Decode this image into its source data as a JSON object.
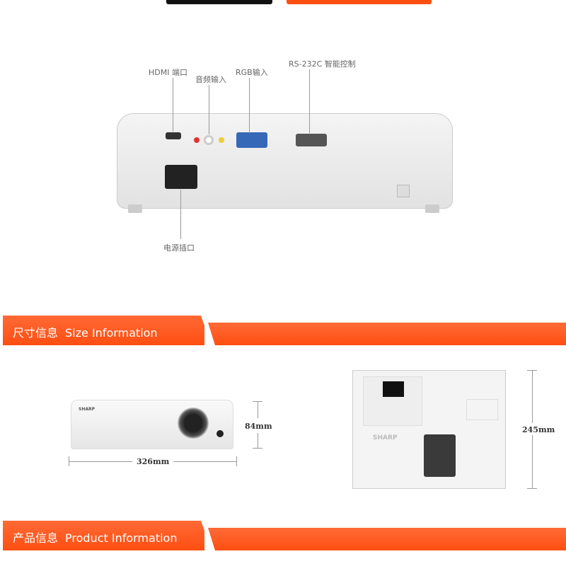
{
  "ports": {
    "hdmi": "HDMI 端口",
    "audio": "音频输入",
    "rgb": "RGB输入",
    "rs232c": "RS-232C 智能控制",
    "power": "电源插口"
  },
  "size_section": {
    "title_cn": "尺寸信息",
    "title_en": "Size Information"
  },
  "dimensions": {
    "width": "326mm",
    "height": "84mm",
    "depth": "245mm"
  },
  "product_section": {
    "title_cn": "产品信息",
    "title_en": "Product Information"
  },
  "brand": "SHARP",
  "colors": {
    "accent": "#ff5a1f",
    "title_orange": "#ff4e12"
  }
}
